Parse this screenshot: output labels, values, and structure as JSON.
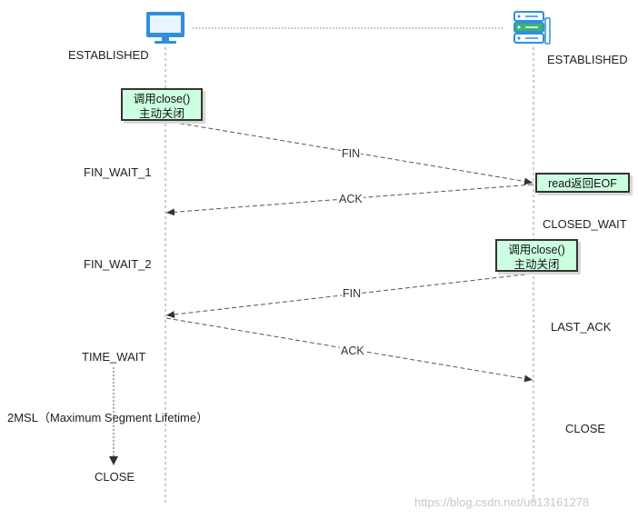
{
  "client": {
    "icon": "monitor-icon",
    "state_established": "ESTABLISHED",
    "close_note": {
      "line1": "调用close()",
      "line2": "主动关闭"
    },
    "state_fin_wait_1": "FIN_WAIT_1",
    "state_fin_wait_2": "FIN_WAIT_2",
    "state_time_wait": "TIME_WAIT",
    "wait_duration": "2MSL（Maximum Segment Lifetime）",
    "state_close": "CLOSE"
  },
  "server": {
    "icon": "server-icon",
    "state_established": "ESTABLISHED",
    "eof_note": "read返回EOF",
    "state_closed_wait": "CLOSED_WAIT",
    "close_note": {
      "line1": "调用close()",
      "line2": "主动关闭"
    },
    "state_last_ack": "LAST_ACK",
    "state_close": "CLOSE"
  },
  "messages": [
    {
      "label": "FIN",
      "from": "client",
      "to": "server"
    },
    {
      "label": "ACK",
      "from": "server",
      "to": "client"
    },
    {
      "label": "FIN",
      "from": "server",
      "to": "client"
    },
    {
      "label": "ACK",
      "from": "client",
      "to": "server"
    }
  ],
  "watermark": "https://blog.csdn.net/u013161278",
  "colors": {
    "note_fill": "#ccffe0",
    "note_border": "#333333",
    "line": "#555555",
    "icon_blue": "#2f8ee0",
    "icon_green": "#3cb371"
  }
}
